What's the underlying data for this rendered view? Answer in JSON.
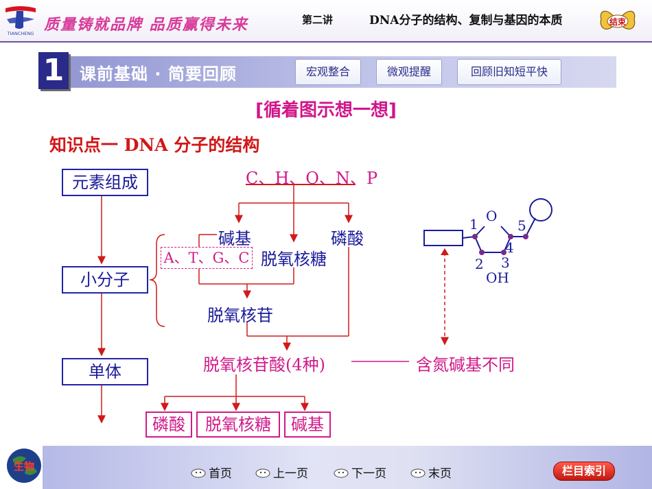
{
  "header": {
    "slogan": "质量铸就品牌 品质赢得未来",
    "lecture": "第二讲",
    "title": "DNA分子的结构、复制与基因的本质",
    "end_button": "结束",
    "logo_text": "TIANCHENG"
  },
  "section": {
    "number": "1",
    "title": "课前基础 · 简要回顾",
    "tabs": [
      "宏观整合",
      "微观提醒",
      "回顾旧知短平快"
    ]
  },
  "heading": "[循着图示想一想]",
  "knowledge_point": "知识点一    DNA 分子的结构",
  "diagram": {
    "left_labels": [
      "元素组成",
      "小分子",
      "单体"
    ],
    "elements": "C、H、O、N、P",
    "base": "碱基",
    "phosphate": "磷酸",
    "deoxyribose": "脱氧核糖",
    "base_types": "A、T、G、C",
    "nucleoside": "脱氧核苷",
    "nucleotide": "脱氧核苷酸(4种)",
    "difference": "含氮碱基不同",
    "components": [
      "磷酸",
      "脱氧核糖",
      "碱基"
    ],
    "structure_labels": {
      "o": "O",
      "n1": "1",
      "n2": "2",
      "n3": "3",
      "n4": "4",
      "n5": "5",
      "oh": "OH"
    }
  },
  "footer": {
    "subject": "生物",
    "nav": [
      "首页",
      "上一页",
      "下一页",
      "末页"
    ],
    "index": "栏目索引"
  },
  "colors": {
    "blue": "#1a1a9a",
    "magenta": "#d01a8a",
    "red": "#d01818",
    "section_bar": "#8f93d0"
  }
}
